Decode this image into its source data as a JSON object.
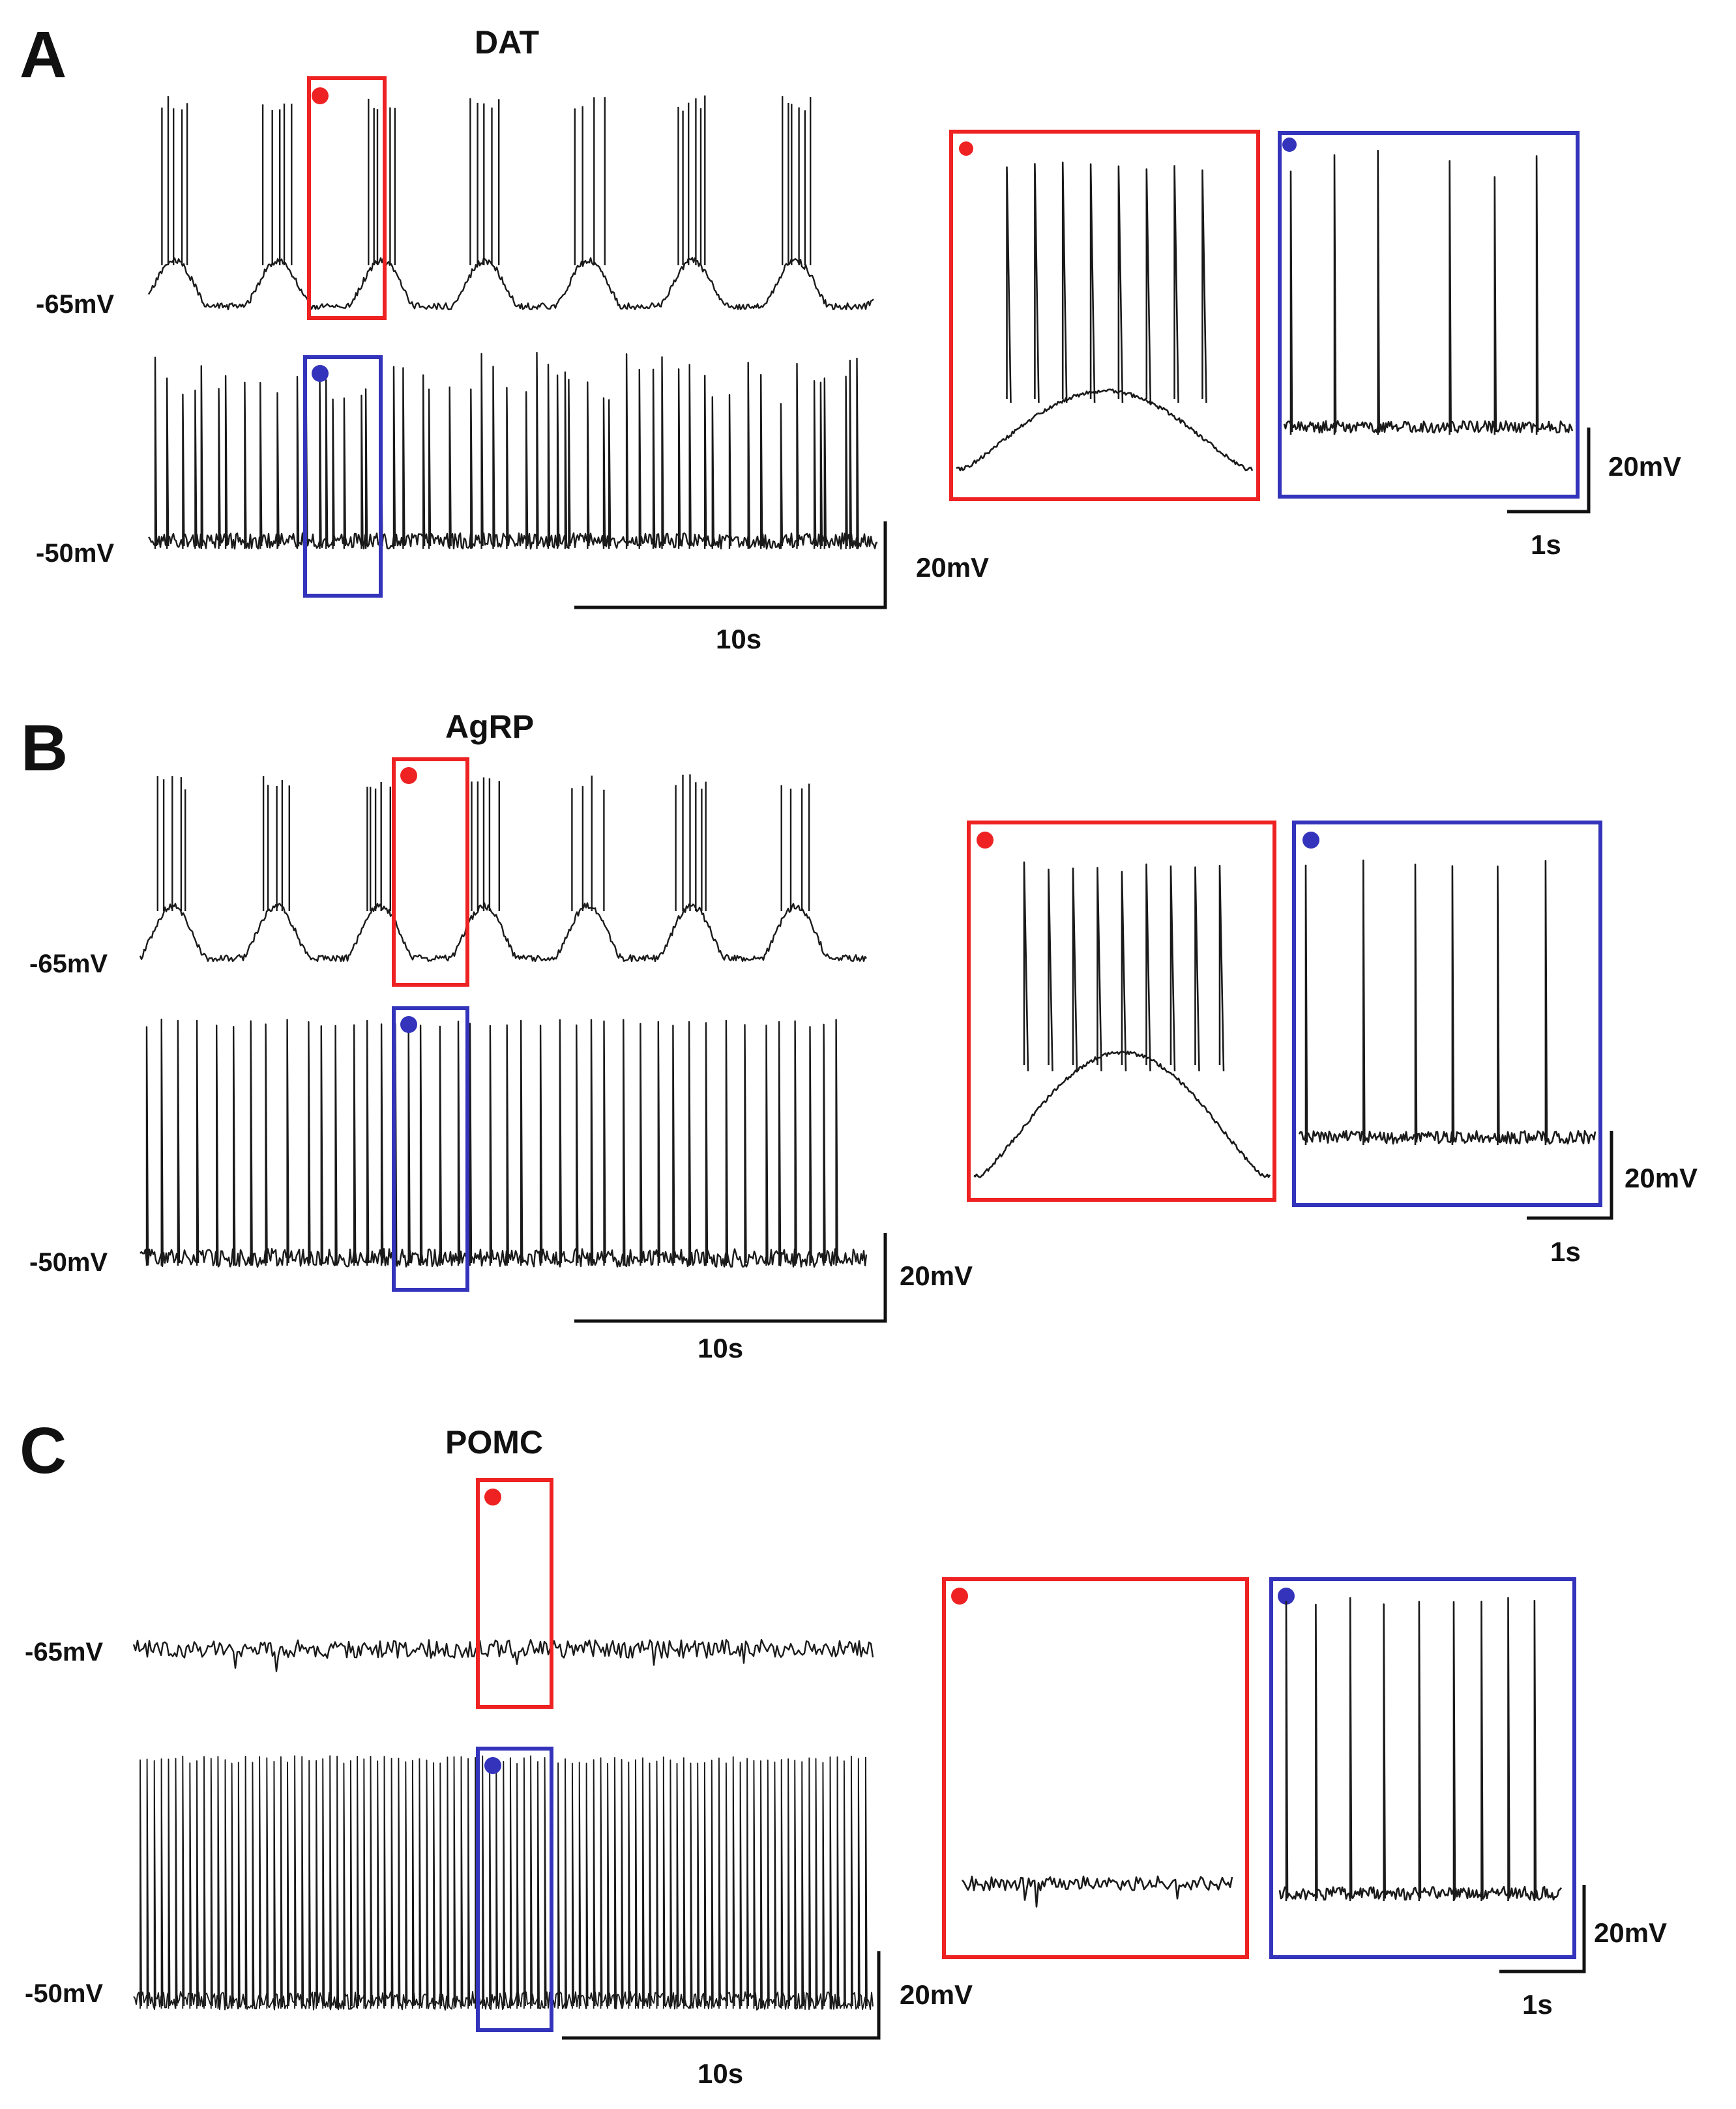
{
  "colors": {
    "red_box": "#ee2222",
    "blue_box": "#3333bb",
    "trace": "#1a1a1a"
  },
  "chart_data": [
    {
      "type": "line",
      "panel_label": "A",
      "title": "DAT",
      "series": [
        {
          "baseline_label": "-65mV",
          "pattern": "burst",
          "bursts": 7,
          "spikes_per_burst": 5
        },
        {
          "baseline_label": "-50mV",
          "pattern": "irregular",
          "spike_count": 60
        }
      ],
      "scalebars": {
        "x": "10s",
        "y": "20mV"
      },
      "inset_scalebars": {
        "x": "1s",
        "y": "20mV"
      },
      "inset_red": {
        "pattern": "burst",
        "spike_count": 8
      },
      "inset_blue": {
        "pattern": "irregular",
        "spike_count": 6
      }
    },
    {
      "type": "line",
      "panel_label": "B",
      "title": "AgRP",
      "series": [
        {
          "baseline_label": "-65mV",
          "pattern": "burst",
          "bursts": 7,
          "spikes_per_burst": 5
        },
        {
          "baseline_label": "-50mV",
          "pattern": "tonic",
          "spike_count": 43
        }
      ],
      "scalebars": {
        "x": "10s",
        "y": "20mV"
      },
      "inset_scalebars": {
        "x": "1s",
        "y": "20mV"
      },
      "inset_red": {
        "pattern": "burst",
        "spike_count": 9
      },
      "inset_blue": {
        "pattern": "tonic",
        "spike_count": 6
      }
    },
    {
      "type": "line",
      "panel_label": "C",
      "title": "POMC",
      "series": [
        {
          "baseline_label": "-65mV",
          "pattern": "silent",
          "spike_count": 0
        },
        {
          "baseline_label": "-50mV",
          "pattern": "tonic",
          "spike_count": 105
        }
      ],
      "scalebars": {
        "x": "10s",
        "y": "20mV"
      },
      "inset_scalebars": {
        "x": "1s",
        "y": "20mV"
      },
      "inset_red": {
        "pattern": "silent",
        "spike_count": 0
      },
      "inset_blue": {
        "pattern": "tonic",
        "spike_count": 9
      }
    }
  ]
}
